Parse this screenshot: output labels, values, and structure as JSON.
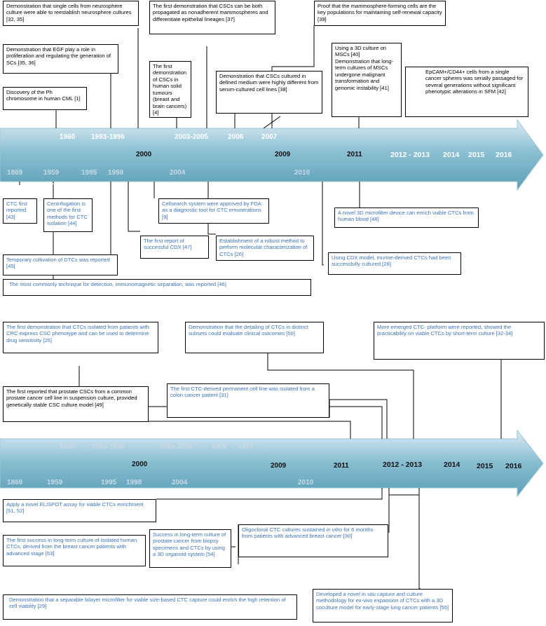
{
  "top": {
    "csc_boxes": [
      "Demonstration that single cells from neurosphere culture were able to reestablish neurosphere cultures [32, 35]",
      "Demonstration that EGF play a role in proliferation and regulating the generation of SCs [35, 36]",
      "Discovery of the Ph chromosome in human CML [1]",
      "The first demonstration that CSCs can be both propagated as nonadherent mammospheres and differentiate epithelial lineages [37]",
      "The first demonstration of CSCs in human solid tumours (breast and brain cancers) [4]",
      "Demonstration that CSCs cultured in defined medium were highly different from serum-cultured cell lines [38]",
      "Proof that the mammosphere-forming cells are the key populations for maintaining self-renewal capacity [39]",
      "Using a 3D culture on MSCs [40]",
      "Demonstration that long-term cultures of MSCs undergone malignant transformation and genomic instability [41]",
      "EpCAM+/CD44+ cells from a single cancer spheres was serially passaged for several generations without significant phenotypic alterations in SFM [42]"
    ],
    "ctc_boxes": [
      "CTC first reported [43]",
      "Centrifugation is one of the first methods for CTC isolation [44]",
      "Cellsearch system were approved by FDA as a diagnostic tool for CTC emunerations [9]",
      "A novel 3D microfilter device can enrich viable CTCs from human blood [48]",
      "The first report of successful CDX [47]",
      "Establishment of a robust method to perform molecular characterization of CTCs [26]",
      "Using CDX model, murine-derived CTCs had been successfully cultured [28]",
      "Temporary cultivation of DTCs was reported [45]",
      "The most commonly technique for detection, immunomagnetic separation, was reported [46]"
    ],
    "years_upper": [
      "1960",
      "1993-1996",
      "2003-2005",
      "2006",
      "2007"
    ],
    "years_lower": [
      "1869",
      "1959",
      "1995",
      "1998",
      "2004",
      "2010"
    ],
    "years_mid": [
      "2000",
      "2009",
      "2011"
    ],
    "years_right": [
      "2012 - 2013",
      "2014",
      "2015",
      "2016"
    ]
  },
  "bottom": {
    "above_boxes": [
      "The first demonstration that CTCs isolated from patients with CRC express CSC phenotype and can be used to determine drug sensitivity [25]",
      "Demonstration that the detailing of CTCs in distinct subsets could evaluate clinical outcomes [50]",
      "More emerged CTC- platform were reported, showed the practicability on viable CTCs by short-term culture [32-34]",
      "The first reported that prostate CSCs from a common prostate cancer cell line in suspension culture, provided genetically stable CSC culture model [49]",
      "The first CTC-derived permanent cell line was isolated from a colon cancer patient [31]"
    ],
    "below_boxes": [
      "Apply a novel ELISPOT assay for viable CTCs enrichment [51, 52]",
      "The first success in long-term culture of isolated human CTCs, derived from the breast cancer patients with advanced stage [53]",
      "Success in long-term culture of prostate cancer from biopsy specimens and CTCs by using a 3D organoid system [54]",
      "Demonstration that a separable bilayer microfilter for viable size-based CTC capture could enrich the high retention of cell viability [29]",
      "Developed a novel in situ capture and culture methodology for ex-vivo expansion of CTCs with a 3D coculture model for early-stage lung cancer patients [55]"
    ],
    "oligo": {
      "pre": "Oligoclonal CTC cultures sustained ",
      "em": "in vitro",
      "post": " for 6 months from patients with advanced breast cancer [30]"
    },
    "years_upper": [
      "1960",
      "1993-1996",
      "2003-2005",
      "2006",
      "2007"
    ],
    "years_lower": [
      "1869",
      "1959",
      "1995",
      "1998",
      "2004",
      "2010"
    ],
    "years_mid": [
      "2000",
      "2009",
      "2011"
    ],
    "years_right": [
      "2012 - 2013",
      "2014",
      "2015",
      "2016"
    ]
  },
  "colors": {
    "arrow_light": "#d7e8f1",
    "arrow_dark": "#5fa3bb",
    "csc_text": "#000000",
    "ctc_text": "#3b73b9"
  }
}
